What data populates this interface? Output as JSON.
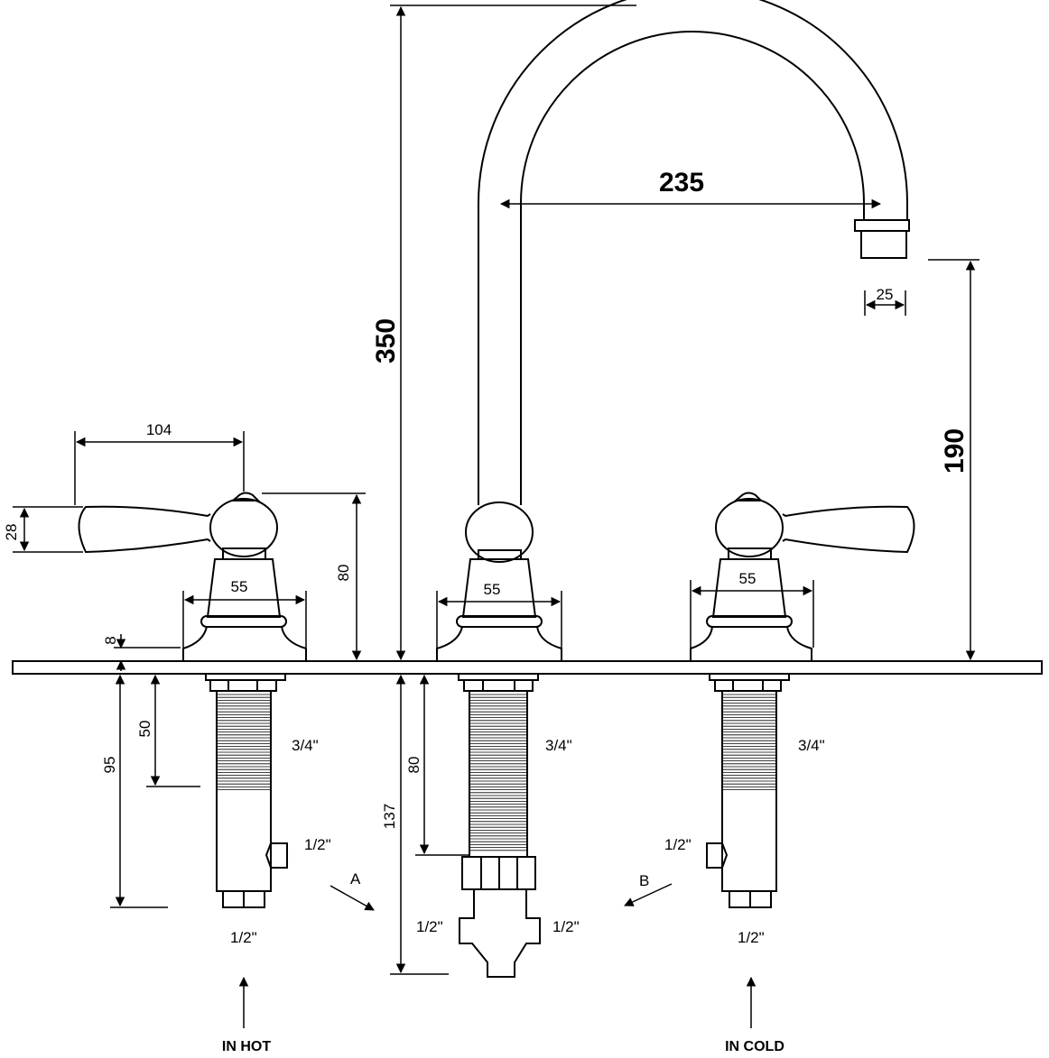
{
  "drawing": {
    "dimensions": {
      "total_height": "350",
      "spout_reach": "235",
      "spout_height": "190",
      "outlet_diameter": "25",
      "lever_length": "104",
      "lever_height": "28",
      "handle_height": "80",
      "base_width_left": "55",
      "base_width_center": "55",
      "base_width_right": "55",
      "deck_thickness": "8",
      "shank_to_fitting": "95",
      "thread_length_left": "50",
      "thread_length_center": "80",
      "center_below_deck": "137"
    },
    "fittings": {
      "left_thread": "3/4\"",
      "center_thread": "3/4\"",
      "right_thread": "3/4\"",
      "left_side_outlet": "1/2\"",
      "right_side_outlet": "1/2\"",
      "left_bottom": "1/2\"",
      "right_bottom": "1/2\"",
      "center_left_outlet": "1/2\"",
      "center_right_outlet": "1/2\""
    },
    "markers": {
      "a": "A",
      "b": "B"
    },
    "inlets": {
      "hot": "IN HOT",
      "cold": "IN COLD"
    }
  }
}
